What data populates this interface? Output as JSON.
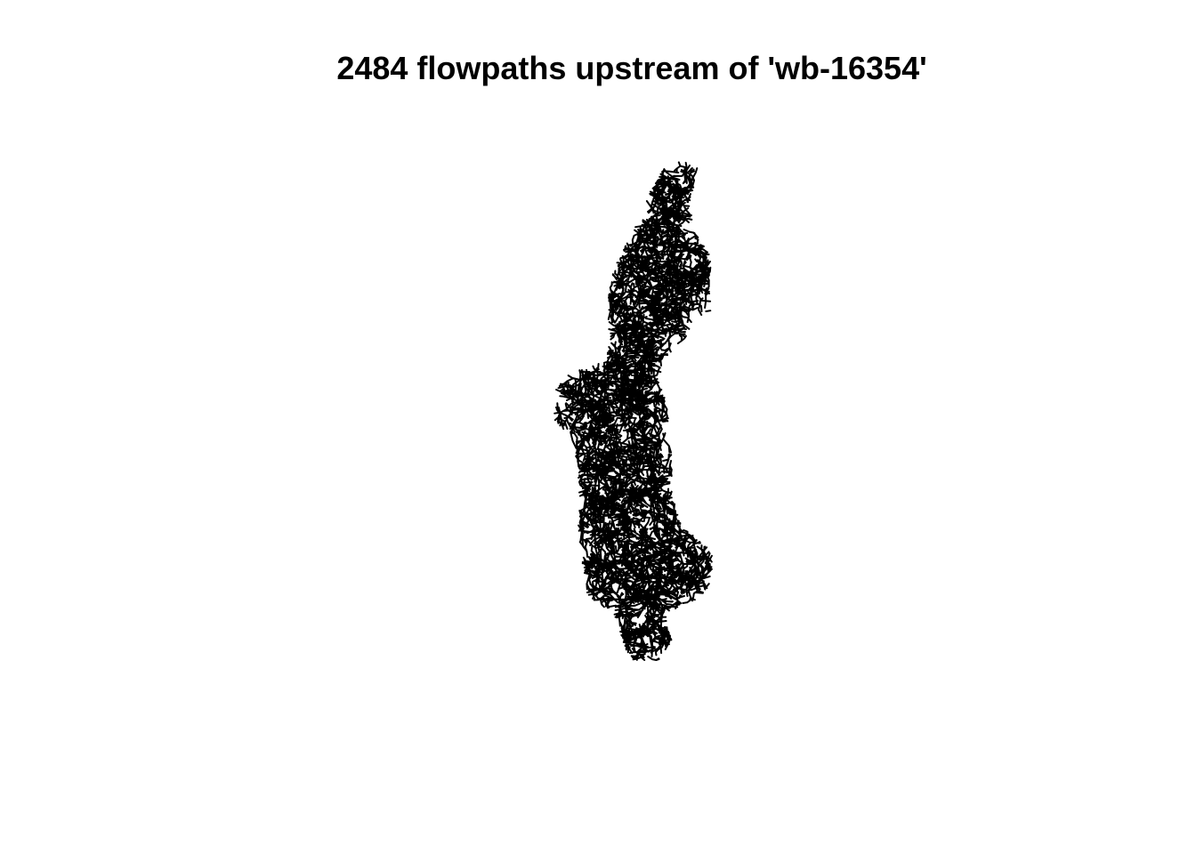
{
  "figure": {
    "title": "2484 flowpaths upstream of 'wb-16354'"
  },
  "network": {
    "flowpath_count": 2484,
    "outlet_id": "wb-16354",
    "line_color": "#000000",
    "background_color": "#ffffff"
  }
}
